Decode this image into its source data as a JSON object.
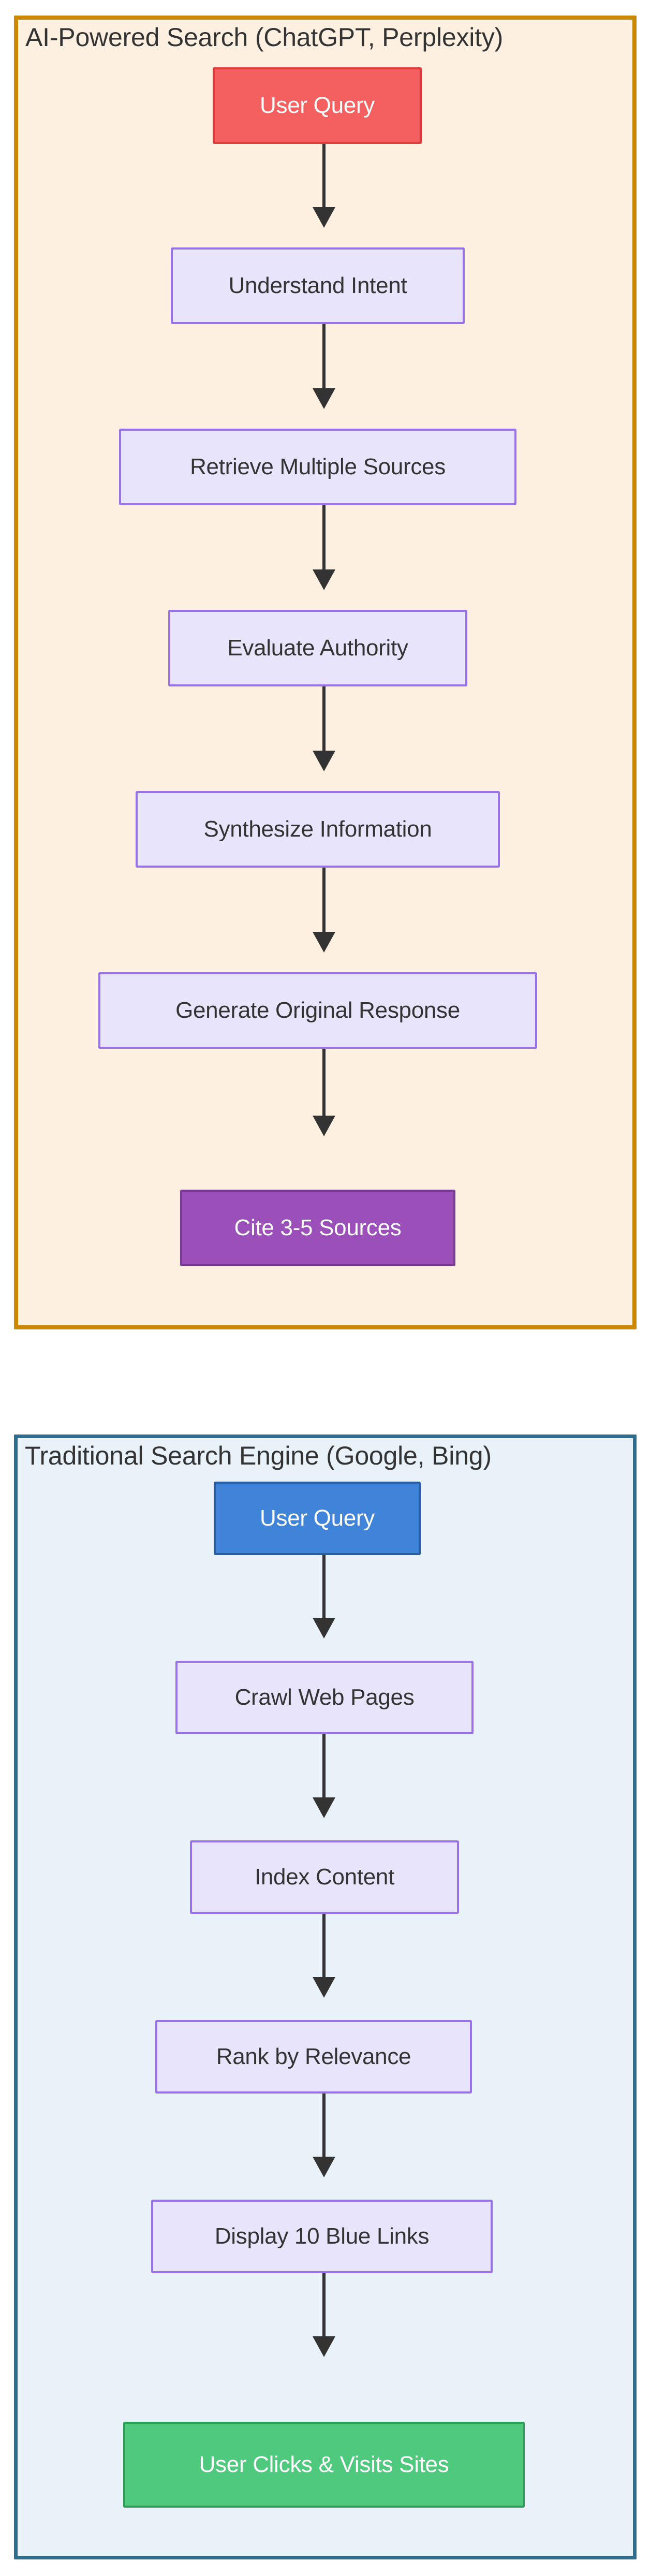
{
  "diagram": {
    "type": "flowchart",
    "orientation": "top-down",
    "title": "",
    "subgraphs": [
      {
        "id": "ai-powered-search",
        "title": "AI-Powered Search (ChatGPT, Perplexity)",
        "fill_color": "#fdf0e0",
        "border_color": "#cc8800",
        "nodes": [
          {
            "id": "ai-user-query",
            "label": "User Query",
            "fill_color": "#f4605f",
            "border_color": "#e03a3a",
            "text_color": "#ffffff",
            "style": "start"
          },
          {
            "id": "understand-intent",
            "label": "Understand Intent",
            "fill_color": "#e8e4fc",
            "border_color": "#9a72e8",
            "text_color": "#333333",
            "style": "default"
          },
          {
            "id": "retrieve-sources",
            "label": "Retrieve Multiple Sources",
            "fill_color": "#e8e4fc",
            "border_color": "#9a72e8",
            "text_color": "#333333",
            "style": "default"
          },
          {
            "id": "evaluate-authority",
            "label": "Evaluate Authority",
            "fill_color": "#e8e4fc",
            "border_color": "#9a72e8",
            "text_color": "#333333",
            "style": "default"
          },
          {
            "id": "synthesize-information",
            "label": "Synthesize Information",
            "fill_color": "#e8e4fc",
            "border_color": "#9a72e8",
            "text_color": "#333333",
            "style": "default"
          },
          {
            "id": "generate-response",
            "label": "Generate Original Response",
            "fill_color": "#e8e4fc",
            "border_color": "#9a72e8",
            "text_color": "#333333",
            "style": "default"
          },
          {
            "id": "cite-sources",
            "label": "Cite 3-5 Sources",
            "fill_color": "#9b4fb8",
            "border_color": "#7a3d91",
            "text_color": "#ffffff",
            "style": "end"
          }
        ],
        "edges": [
          {
            "from": "ai-user-query",
            "to": "understand-intent"
          },
          {
            "from": "understand-intent",
            "to": "retrieve-sources"
          },
          {
            "from": "retrieve-sources",
            "to": "evaluate-authority"
          },
          {
            "from": "evaluate-authority",
            "to": "synthesize-information"
          },
          {
            "from": "synthesize-information",
            "to": "generate-response"
          },
          {
            "from": "generate-response",
            "to": "cite-sources"
          }
        ]
      },
      {
        "id": "traditional-search-engine",
        "title": "Traditional Search Engine (Google, Bing)",
        "fill_color": "#e8f2f8",
        "border_color": "#2d6e8e",
        "nodes": [
          {
            "id": "trad-user-query",
            "label": "User Query",
            "fill_color": "#3f84d8",
            "border_color": "#2a5e9e",
            "text_color": "#ffffff",
            "style": "start"
          },
          {
            "id": "crawl-web-pages",
            "label": "Crawl Web Pages",
            "fill_color": "#ede9fd",
            "border_color": "#9a72e8",
            "text_color": "#333333",
            "style": "default"
          },
          {
            "id": "index-content",
            "label": "Index Content",
            "fill_color": "#ede9fd",
            "border_color": "#9a72e8",
            "text_color": "#333333",
            "style": "default"
          },
          {
            "id": "rank-by-relevance",
            "label": "Rank by Relevance",
            "fill_color": "#ede9fd",
            "border_color": "#9a72e8",
            "text_color": "#333333",
            "style": "default"
          },
          {
            "id": "display-blue-links",
            "label": "Display 10 Blue Links",
            "fill_color": "#ede9fd",
            "border_color": "#9a72e8",
            "text_color": "#333333",
            "style": "default"
          },
          {
            "id": "user-clicks-sites",
            "label": "User Clicks & Visits Sites",
            "fill_color": "#4ec97e",
            "border_color": "#2e9e58",
            "text_color": "#ffffff",
            "style": "end"
          }
        ],
        "edges": [
          {
            "from": "trad-user-query",
            "to": "crawl-web-pages"
          },
          {
            "from": "crawl-web-pages",
            "to": "index-content"
          },
          {
            "from": "index-content",
            "to": "rank-by-relevance"
          },
          {
            "from": "rank-by-relevance",
            "to": "display-blue-links"
          },
          {
            "from": "display-blue-links",
            "to": "user-clicks-sites"
          }
        ]
      }
    ],
    "arrow_color": "#333333",
    "background_color": "#ffffff"
  }
}
